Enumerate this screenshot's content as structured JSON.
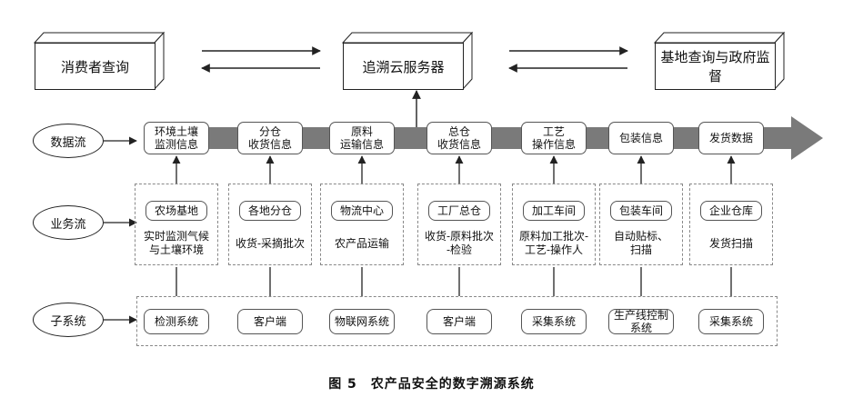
{
  "top": {
    "consumer": "消费者查询",
    "server": "追溯云服务器",
    "government": "基地查询与政府监督"
  },
  "rows": {
    "data_flow": "数据流",
    "business_flow": "业务流",
    "subsystem": "子系统"
  },
  "data_labels": [
    "环境土壤\n监测信息",
    "分仓\n收货信息",
    "原料\n运输信息",
    "总仓\n收货信息",
    "工艺\n操作信息",
    "包装信息",
    "发货数据"
  ],
  "business_titles": [
    "农场基地",
    "各地分仓",
    "物流中心",
    "工厂总仓",
    "加工车间",
    "包装车间",
    "企业仓库"
  ],
  "business_desc": [
    "实时监测气候\n与土壤环境",
    "收货-采摘批次",
    "农产品运输",
    "收货-原料批次\n-检验",
    "原料加工批次-\n工艺-操作人",
    "自动贴标、\n扫描",
    "发货扫描"
  ],
  "subsystems": [
    "检测系统",
    "客户端",
    "物联网系统",
    "客户端",
    "采集系统",
    "生产线控制\n系统",
    "采集系统"
  ],
  "caption": "图 5　农产品安全的数字溯源系统"
}
